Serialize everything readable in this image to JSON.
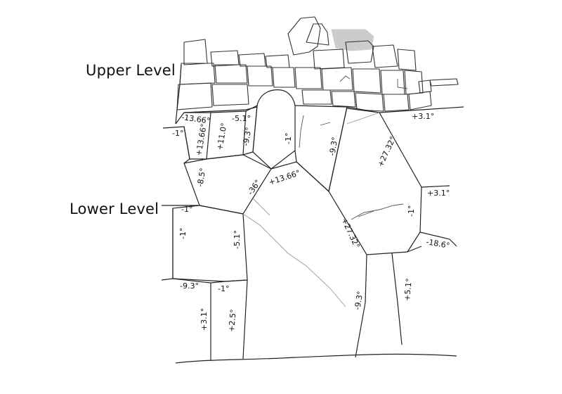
{
  "levels": {
    "upper": "Upper Level",
    "lower": "Lower Level"
  },
  "angles": [
    {
      "id": "a1",
      "text": "-13.66°"
    },
    {
      "id": "a2",
      "text": "-5.1°"
    },
    {
      "id": "a3",
      "text": "+3.1°"
    },
    {
      "id": "a4",
      "text": "-1°"
    },
    {
      "id": "a5",
      "text": "+13.66°"
    },
    {
      "id": "a6",
      "text": "+11.0°"
    },
    {
      "id": "a7",
      "text": "-9.3°"
    },
    {
      "id": "a8",
      "text": "-1°"
    },
    {
      "id": "a9",
      "text": "-9.3°"
    },
    {
      "id": "a10",
      "text": "+27.32°"
    },
    {
      "id": "a11",
      "text": "-8.5°"
    },
    {
      "id": "a12",
      "text": "-36°"
    },
    {
      "id": "a13",
      "text": "+13.66°"
    },
    {
      "id": "a14",
      "text": "+3.1°"
    },
    {
      "id": "a15",
      "text": "-1°"
    },
    {
      "id": "a16",
      "text": "-1°"
    },
    {
      "id": "a17",
      "text": "-1°"
    },
    {
      "id": "a18",
      "text": "-5.1°"
    },
    {
      "id": "a19",
      "text": "+27.32°"
    },
    {
      "id": "a20",
      "text": "-18.6°"
    },
    {
      "id": "a21",
      "text": "-9.3°"
    },
    {
      "id": "a22",
      "text": "-1°"
    },
    {
      "id": "a23",
      "text": "-9.3°"
    },
    {
      "id": "a24",
      "text": "+5.1°"
    },
    {
      "id": "a25",
      "text": "+3.1°"
    },
    {
      "id": "a26",
      "text": "+2.5°"
    }
  ],
  "colors": {
    "line": "#333333",
    "shade": "#cccccc",
    "background": "#ffffff"
  }
}
